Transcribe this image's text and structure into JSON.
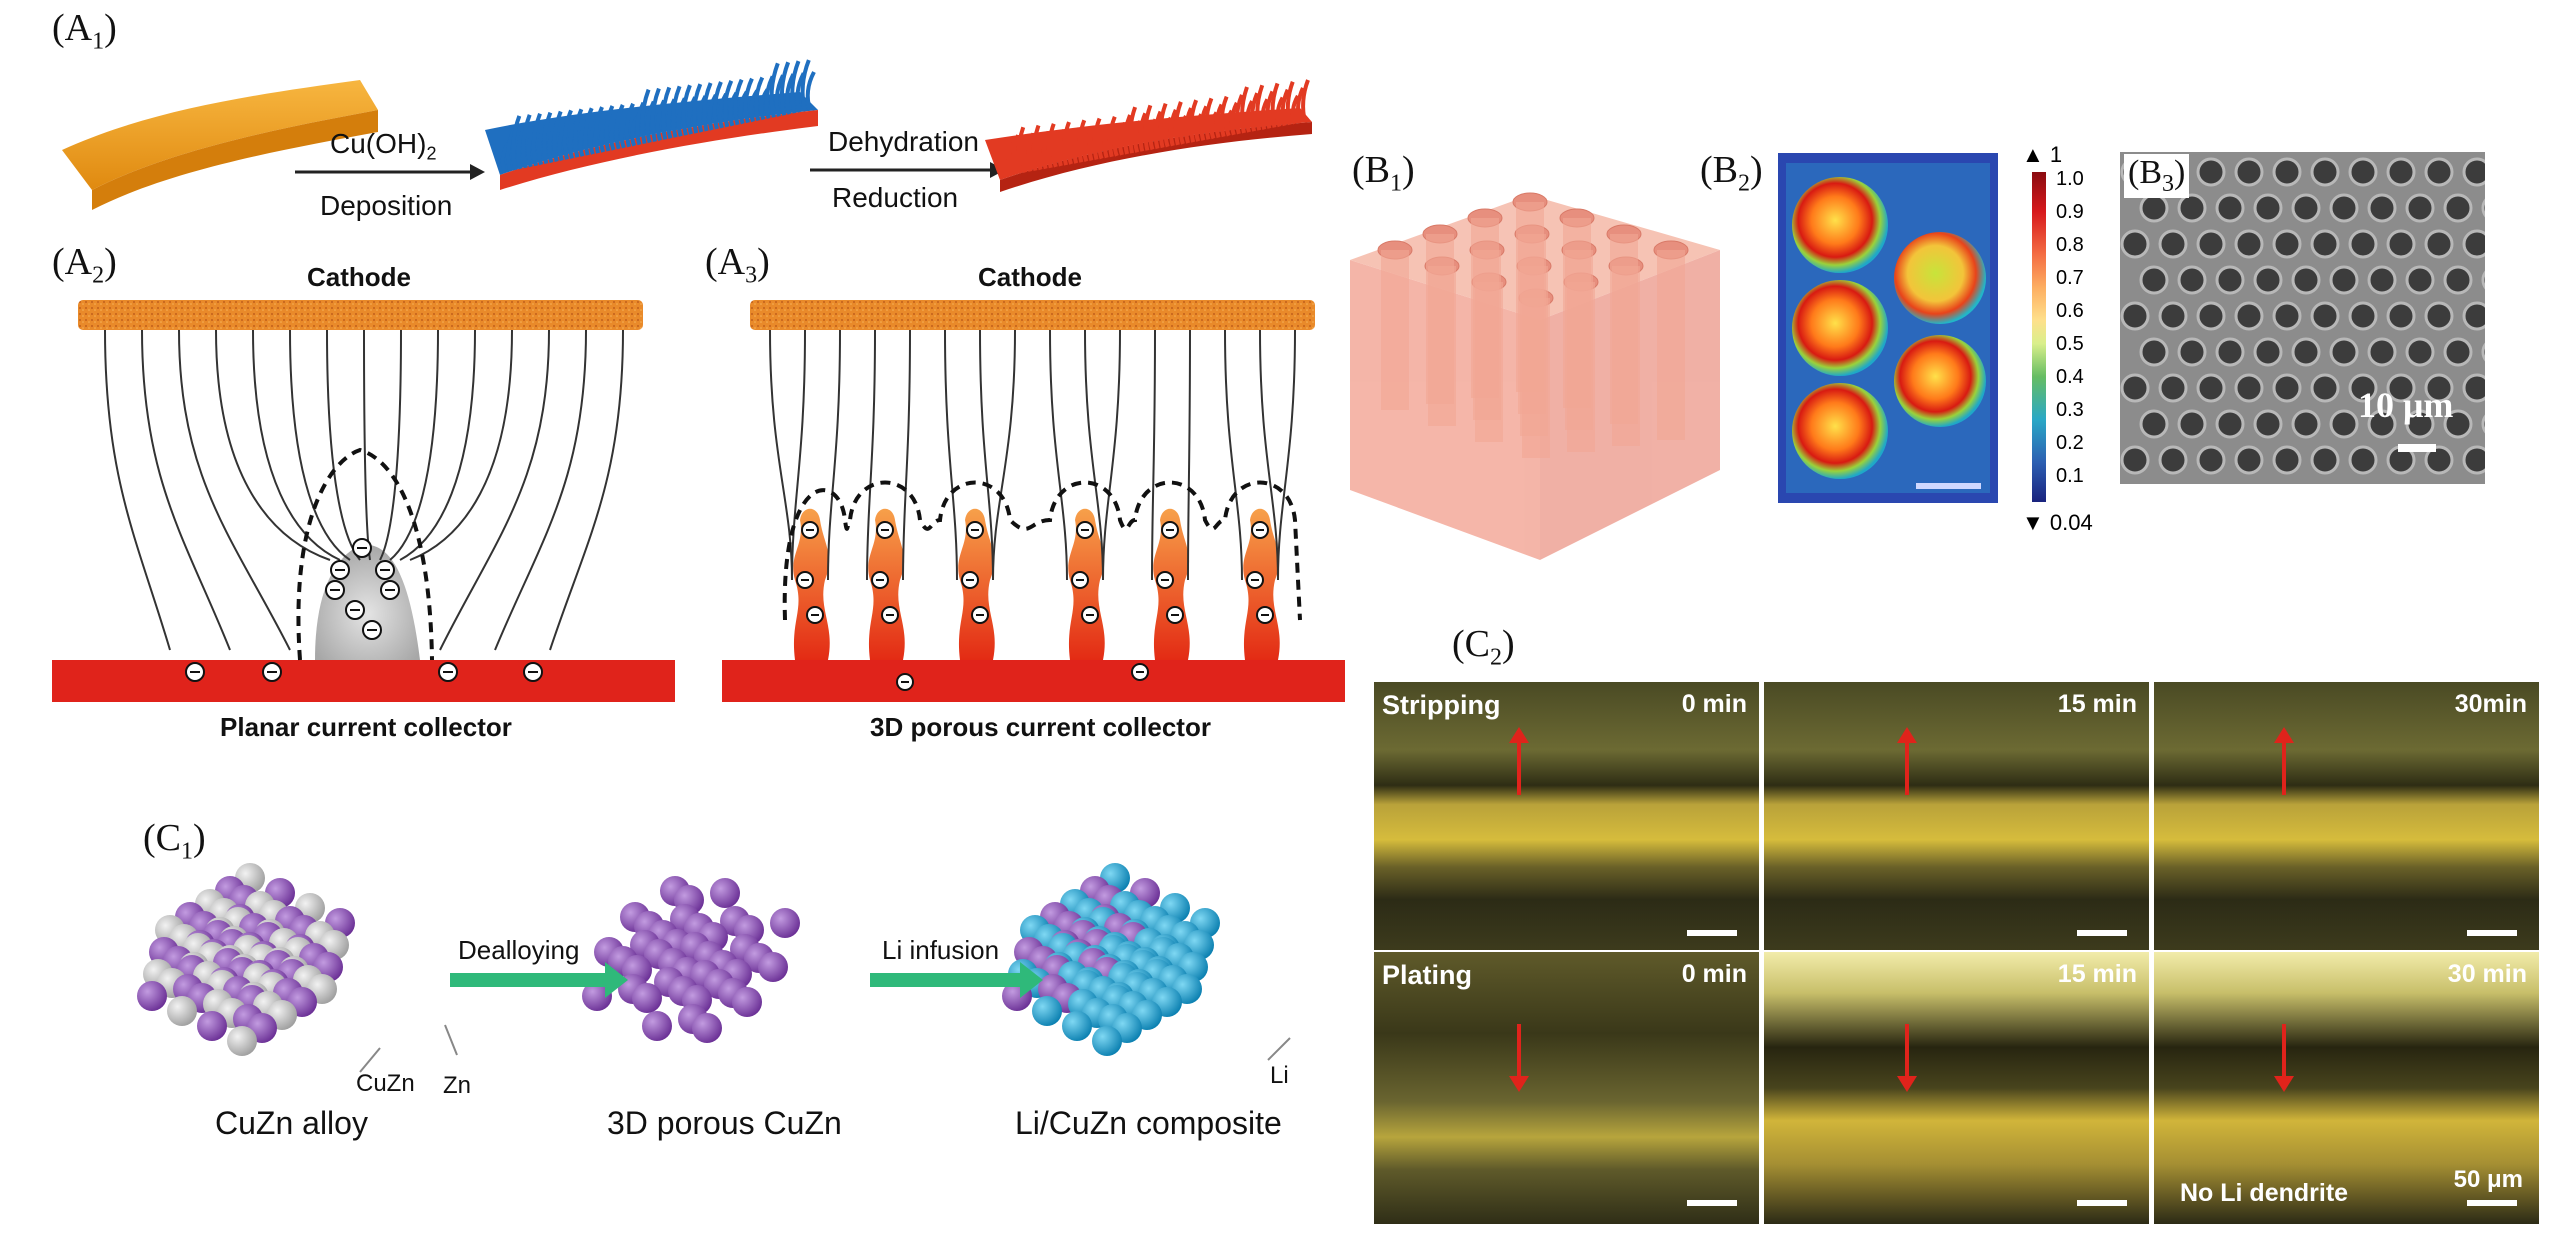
{
  "panel_labels": {
    "a1": {
      "pre": "(A",
      "sub": "1",
      "post": ")"
    },
    "a2": {
      "pre": "(A",
      "sub": "2",
      "post": ")"
    },
    "a3": {
      "pre": "(A",
      "sub": "3",
      "post": ")"
    },
    "b1": {
      "pre": "(B",
      "sub": "1",
      "post": ")"
    },
    "b2": {
      "pre": "(B",
      "sub": "2",
      "post": ")"
    },
    "b3": {
      "pre": "(B",
      "sub": "3",
      "post": ")"
    },
    "c1": {
      "pre": "(C",
      "sub": "1",
      "post": ")"
    },
    "c2": {
      "pre": "(C",
      "sub": "2",
      "post": ")"
    }
  },
  "a1": {
    "step1_top": "Cu(OH)",
    "step1_top_sub": "2",
    "step1_bottom": "Deposition",
    "step2_top": "Dehydration",
    "step2_bottom": "Reduction"
  },
  "a2": {
    "cathode": "Cathode",
    "collector": "Planar current collector"
  },
  "a3": {
    "cathode": "Cathode",
    "collector": "3D porous current collector"
  },
  "b2": {
    "colorbar_top": "1",
    "colorbar_bottom": "0.04",
    "ticks": [
      "1.0",
      "0.9",
      "0.8",
      "0.7",
      "0.6",
      "0.5",
      "0.4",
      "0.3",
      "0.2",
      "0.1"
    ]
  },
  "b3": {
    "scale": "10 μm"
  },
  "c1": {
    "step1": "Dealloying",
    "step2": "Li infusion",
    "label_cuzn": "CuZn",
    "label_zn": "Zn",
    "label_li": "Li",
    "cap1": "CuZn alloy",
    "cap2": "3D porous CuZn",
    "cap3": "Li/CuZn composite"
  },
  "c2": {
    "row1": "Stripping",
    "row2": "Plating",
    "times_row1": [
      "0 min",
      "15 min",
      "30min"
    ],
    "times_row2": [
      "0 min",
      "15 min",
      "30 min"
    ],
    "note": "No Li dendrite",
    "scale": "50 μm"
  },
  "colors": {
    "orange": "#f0a020",
    "blue": "#1f6fc0",
    "red": "#e23a22",
    "collector": "#e0231b",
    "green_arrow": "#2fb97a",
    "purple": "#8a4bb0",
    "cyan": "#1aa6d6",
    "grey": "#c8c8c8"
  }
}
